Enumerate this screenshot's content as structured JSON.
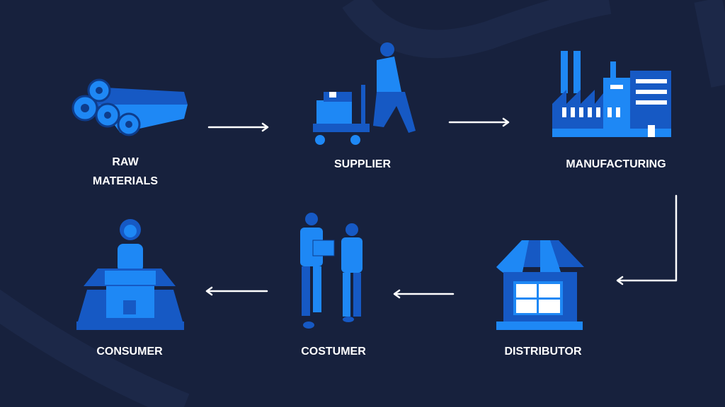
{
  "colors": {
    "background": "#17213d",
    "accent_light": "#1e88f5",
    "accent_dark": "#1659c4",
    "arrow": "#ffffff"
  },
  "nodes": [
    {
      "id": "raw-materials",
      "line1": "RAW",
      "line2": "MATERIALS"
    },
    {
      "id": "supplier",
      "label": "SUPPLIER"
    },
    {
      "id": "manufacturing",
      "label": "MANUFACTURING"
    },
    {
      "id": "distributor",
      "label": "DISTRIBUTOR"
    },
    {
      "id": "costumer",
      "label": "COSTUMER"
    },
    {
      "id": "consumer",
      "label": "CONSUMER"
    }
  ]
}
